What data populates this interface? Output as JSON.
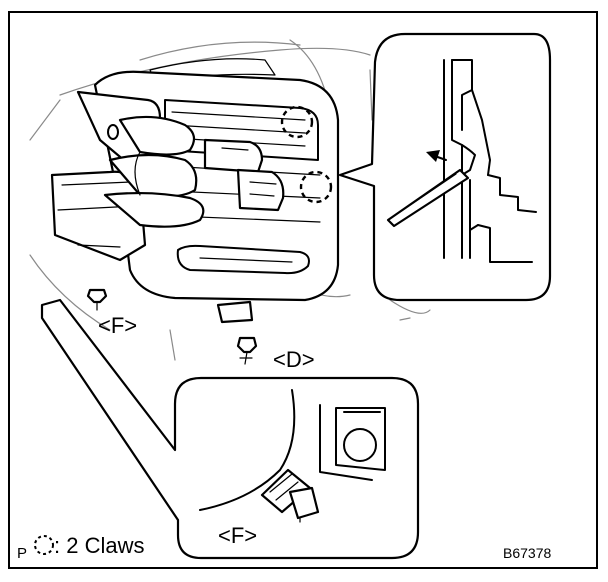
{
  "labels": {
    "callout_d": "<D>",
    "callout_f_main": "<F>",
    "callout_f_detail": "<F>",
    "legend_prefix": "P",
    "legend_text": ": 2 Claws",
    "figure_code": "B67378"
  },
  "icons": {
    "legend_symbol": "dashed-circle-icon",
    "pry_direction": "arrow-icon",
    "screw": "screw-icon"
  }
}
